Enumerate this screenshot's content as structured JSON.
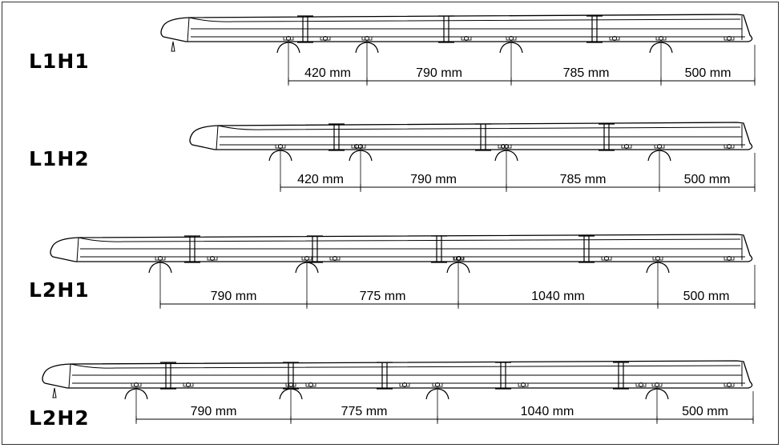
{
  "variants": [
    {
      "label": "L1H1",
      "dimensions": [
        "420 mm",
        "790 mm",
        "785 mm",
        "500 mm"
      ]
    },
    {
      "label": "L1H2",
      "dimensions": [
        "420 mm",
        "790 mm",
        "785 mm",
        "500 mm"
      ]
    },
    {
      "label": "L2H1",
      "dimensions": [
        "790 mm",
        "775 mm",
        "1040 mm",
        "500 mm"
      ]
    },
    {
      "label": "L2H2",
      "dimensions": [
        "790 mm",
        "775 mm",
        "1040 mm",
        "500 mm"
      ]
    }
  ],
  "colors": {
    "line": "#000000",
    "background": "#ffffff",
    "frame": "#333333"
  }
}
